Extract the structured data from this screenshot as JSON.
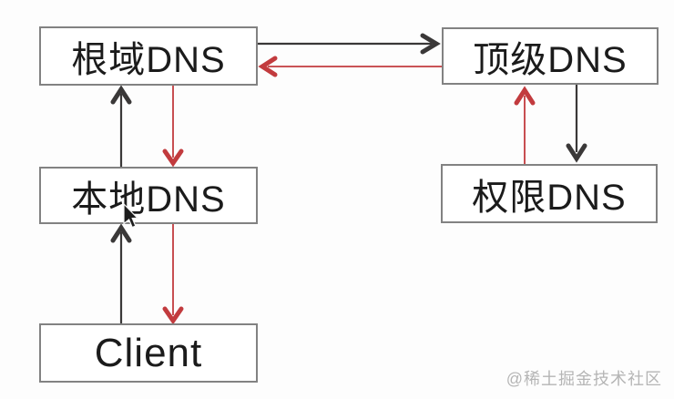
{
  "diagram": {
    "nodes": [
      {
        "id": "root-dns",
        "label": "根域DNS"
      },
      {
        "id": "top-dns",
        "label": "顶级DNS"
      },
      {
        "id": "local-dns",
        "label": "本地DNS"
      },
      {
        "id": "auth-dns",
        "label": "权限DNS"
      },
      {
        "id": "client",
        "label": "Client"
      }
    ],
    "edges": [
      {
        "from": "根域DNS",
        "to": "顶级DNS",
        "color": "black",
        "direction": "right"
      },
      {
        "from": "顶级DNS",
        "to": "根域DNS",
        "color": "red",
        "direction": "left"
      },
      {
        "from": "本地DNS",
        "to": "根域DNS",
        "color": "black",
        "direction": "up"
      },
      {
        "from": "根域DNS",
        "to": "本地DNS",
        "color": "red",
        "direction": "down"
      },
      {
        "from": "Client",
        "to": "本地DNS",
        "color": "black",
        "direction": "up"
      },
      {
        "from": "本地DNS",
        "to": "Client",
        "color": "red",
        "direction": "down"
      },
      {
        "from": "权限DNS",
        "to": "顶级DNS",
        "color": "red",
        "direction": "up"
      },
      {
        "from": "顶级DNS",
        "to": "权限DNS",
        "color": "black",
        "direction": "down"
      }
    ]
  },
  "watermark": {
    "text": "@稀土掘金技术社区"
  },
  "colors": {
    "arrow_black": "#3a3838",
    "arrow_red": "#c23b3e",
    "box_border": "#828282",
    "text": "#1b1b1b",
    "watermark": "#b5b5b5",
    "bg": "#fdfdfd"
  }
}
